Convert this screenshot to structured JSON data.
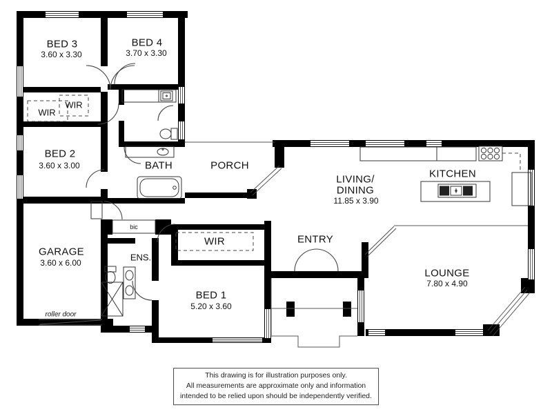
{
  "rooms": {
    "bed3": {
      "name": "BED 3",
      "dims": "3.60 x 3.30"
    },
    "bed4": {
      "name": "BED 4",
      "dims": "3.70 x 3.30"
    },
    "wir_bed3": {
      "name": "WIR"
    },
    "wir_bed2": {
      "name": "WIR"
    },
    "bed2": {
      "name": "BED 2",
      "dims": "3.60 x 3.00"
    },
    "bath": {
      "name": "BATH"
    },
    "porch": {
      "name": "PORCH"
    },
    "living_dining": {
      "name_line1": "LIVING/",
      "name_line2": "DINING",
      "dims": "11.85 x 3.90"
    },
    "kitchen": {
      "name": "KITCHEN"
    },
    "garage": {
      "name": "GARAGE",
      "dims": "3.60 x 6.00"
    },
    "ens": {
      "name": "ENS."
    },
    "wir_bed1": {
      "name": "WIR"
    },
    "bed1": {
      "name": "BED 1",
      "dims": "5.20 x 3.60"
    },
    "entry": {
      "name": "ENTRY"
    },
    "lounge": {
      "name": "LOUNGE",
      "dims": "7.80 x 4.90"
    }
  },
  "annotations": {
    "bic": "bic",
    "roller_door": "roller door"
  },
  "disclaimer": {
    "line1": "This drawing is for illustration purposes only.",
    "line2": "All measurements are approximate only and information",
    "line3": "intended to be relied upon should be independently verified."
  },
  "colors": {
    "wall": "#000000",
    "line": "#333333",
    "background": "#ffffff"
  }
}
